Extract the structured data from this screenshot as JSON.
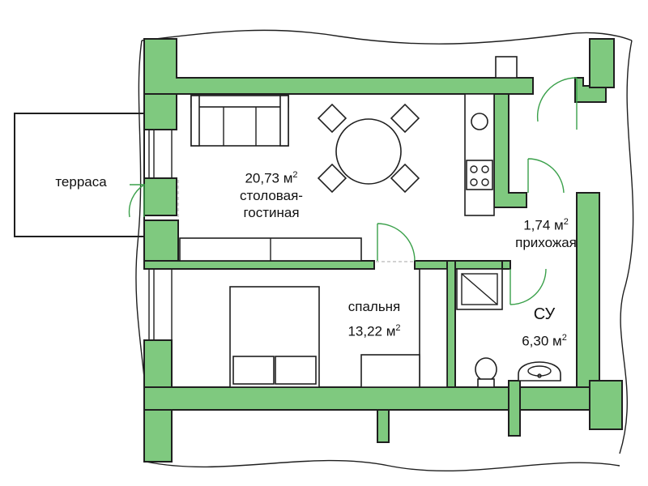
{
  "rooms": {
    "terrace": {
      "name": "терраса"
    },
    "living": {
      "area": "20,73 м",
      "name_line1": "столовая-",
      "name_line2": "гостиная"
    },
    "hall": {
      "area": "1,74 м",
      "name": "прихожая"
    },
    "bedroom": {
      "name": "спальня",
      "area": "13,22 м"
    },
    "bathroom": {
      "name": "СУ",
      "area": "6,30 м"
    }
  },
  "units": {
    "sup": "2"
  },
  "colors": {
    "wall": "#7fc97f",
    "line": "#1f1f1f",
    "door": "#3aa04a"
  }
}
